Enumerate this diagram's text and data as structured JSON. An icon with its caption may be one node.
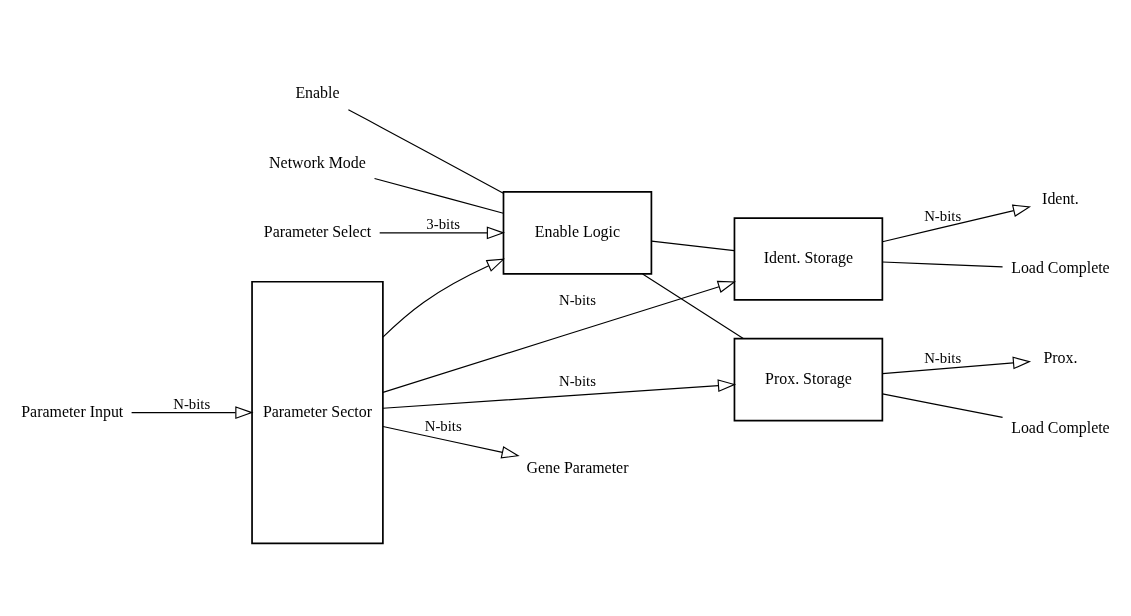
{
  "diagram": {
    "nodes": [
      {
        "text": [
          "Enable"
        ]
      },
      {
        "text": [
          "Network Mode"
        ]
      },
      {
        "text": [
          "Parameter Select"
        ]
      },
      {
        "text": [
          "Enable Logic"
        ]
      },
      {
        "text": [
          "Parameter Input"
        ]
      },
      {
        "text": [
          "Parameter Sector"
        ]
      },
      {
        "text": [
          "Ident. Storage"
        ]
      },
      {
        "text": [
          "Prox. Storage"
        ]
      },
      {
        "text": [
          "Ident."
        ]
      },
      {
        "text": [
          "Load Complete"
        ]
      },
      {
        "text": [
          "Prox."
        ]
      },
      {
        "text": [
          "Load Complete"
        ]
      },
      {
        "text": [
          "Gene Parameter"
        ]
      }
    ],
    "edges": [
      {
        "from": 0,
        "to": 3,
        "arrow": "none"
      },
      {
        "from": 1,
        "to": 3,
        "arrow": "none"
      },
      {
        "from": 2,
        "to": 3,
        "arrow": "to",
        "label": "3-bits"
      },
      {
        "from": 5,
        "to": 3,
        "arrow": "to"
      },
      {
        "from": 4,
        "to": 5,
        "arrow": "to",
        "label": "N-bits"
      },
      {
        "from": 3,
        "to": 6,
        "arrow": "none"
      },
      {
        "from": 3,
        "to": 7,
        "arrow": "none"
      },
      {
        "from": 5,
        "to": 6,
        "arrow": "to",
        "label": "N-bits"
      },
      {
        "from": 5,
        "to": 7,
        "arrow": "to",
        "label": "N-bits"
      },
      {
        "from": 6,
        "to": 8,
        "arrow": "to",
        "label": "N-bits"
      },
      {
        "from": 6,
        "to": 9,
        "arrow": "none"
      },
      {
        "from": 7,
        "to": 10,
        "arrow": "to",
        "label": "N-bits"
      },
      {
        "from": 7,
        "to": 11,
        "arrow": "none"
      },
      {
        "from": 5,
        "to": 12,
        "arrow": "to",
        "label": "N-bits"
      }
    ]
  }
}
